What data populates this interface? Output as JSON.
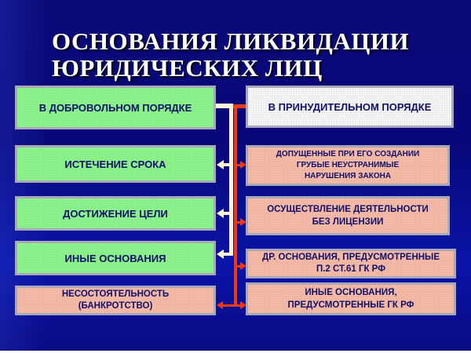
{
  "title": {
    "line1": "ОСНОВАНИЯ ЛИКВИДАЦИИ",
    "line2": "ЮРИДИЧЕСКИХ ЛИЦ"
  },
  "left_column": {
    "header": "В ДОБРОВОЛЬНОМ ПОРЯДКЕ",
    "items": [
      {
        "label": "ИСТЕЧЕНИЕ СРОКА"
      },
      {
        "label": "ДОСТИЖЕНИЕ ЦЕЛИ"
      },
      {
        "label": "ИНЫЕ ОСНОВАНИЯ"
      }
    ]
  },
  "right_column": {
    "header": "В ПРИНУДИТЕЛЬНОМ ПОРЯДКЕ",
    "items": [
      {
        "line1": "ДОПУЩЕННЫЕ ПРИ ЕГО СОЗДАНИИ",
        "line2": "ГРУБЫЕ НЕУСТРАНИМЫЕ",
        "line3": "НАРУШЕНИЯ ЗАКОНА"
      },
      {
        "line1": "ОСУЩЕСТВЛЕНИЕ ДЕЯТЕЛЬНОСТИ",
        "line2": "БЕЗ ЛИЦЕНЗИИ"
      },
      {
        "line1": "ДР. ОСНОВАНИЯ, ПРЕДУСМОТРЕННЫЕ",
        "line2": "П.2 СТ.61 ГК РФ"
      },
      {
        "line1": "ИНЫЕ ОСНОВАНИЯ,",
        "line2": "ПРЕДУСМОТРЕННЫЕ ГК РФ"
      }
    ]
  },
  "shared": {
    "line1": "НЕСОСТОЯТЕЛЬНОСТЬ",
    "line2": "(БАНКРОТСТВО)"
  },
  "colors": {
    "background": "#08087a",
    "voluntary_box": "#86f086",
    "forced_header_box": "#f4f4f4",
    "forced_box": "#f0b4a0",
    "box_border": "#a8a8b8",
    "text": "#10106a",
    "voluntary_connector": "#fff4d8",
    "forced_connector": "#ee3a10"
  }
}
